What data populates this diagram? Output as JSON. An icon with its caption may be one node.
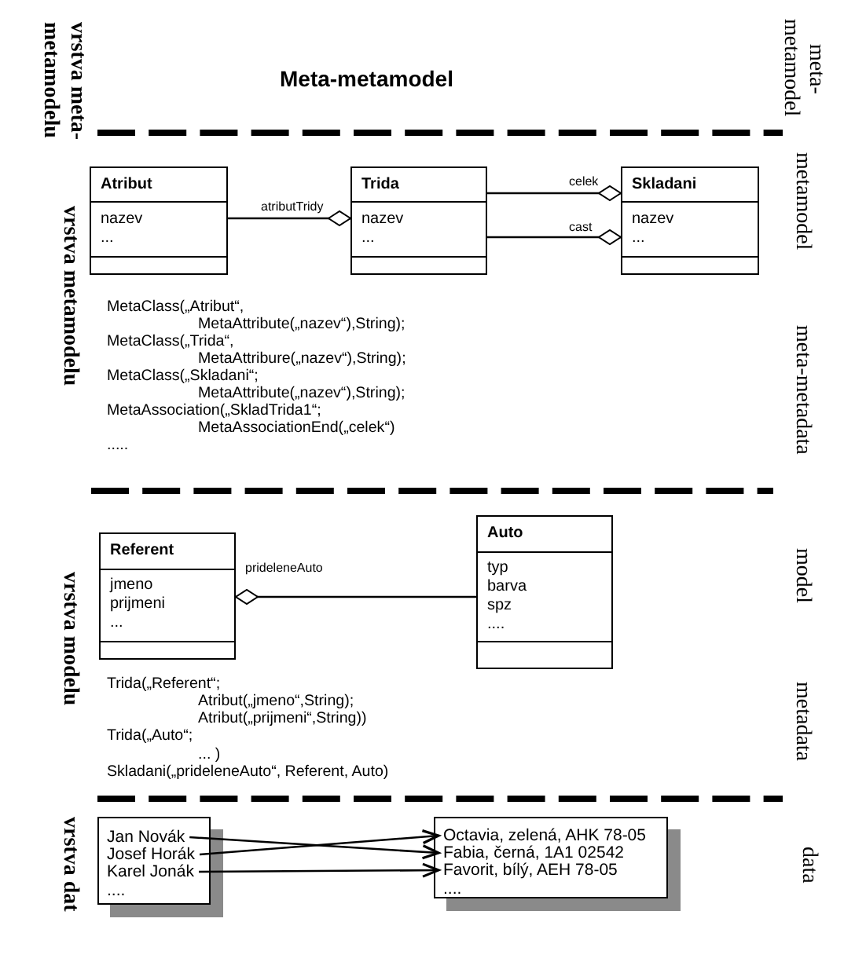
{
  "diagram": {
    "nodes": [
      {
        "text": [
          "Atribut",
          "nazev",
          "..."
        ]
      },
      {
        "text": [
          "Trida",
          "nazev",
          "..."
        ]
      },
      {
        "text": [
          "Skladani",
          "nazev",
          "..."
        ]
      },
      {
        "text": [
          "Referent",
          "jmeno",
          "prijmeni",
          "..."
        ]
      },
      {
        "text": [
          "Auto",
          "typ",
          "barva",
          "spz",
          "...."
        ]
      },
      {
        "text": [
          "...."
        ]
      },
      {
        "text": [
          "Jan Novák"
        ],
        "in": 5
      },
      {
        "text": [
          "Josef Horák"
        ],
        "in": 5
      },
      {
        "text": [
          "Karel Jonák"
        ],
        "in": 5
      },
      {
        "text": [
          "...."
        ]
      },
      {
        "text": [
          "Octavia, zelená, AHK 78-05"
        ],
        "in": 9
      },
      {
        "text": [
          "Fabia, černá, 1A1 02542"
        ],
        "in": 9
      },
      {
        "text": [
          "Favorit, bílý, AEH 78-05"
        ],
        "in": 9
      }
    ],
    "edges": [
      {
        "from": 0,
        "to": 1,
        "arrow": "other",
        "label": "atributTridy"
      },
      {
        "from": 1,
        "to": 2,
        "arrow": "other",
        "label": "celek"
      },
      {
        "from": 1,
        "to": 2,
        "arrow": "other",
        "label": "cast"
      },
      {
        "from": 4,
        "to": 3,
        "arrow": "other",
        "label": "prideleneAuto"
      },
      {
        "from": 6,
        "to": 11,
        "arrow": "to"
      },
      {
        "from": 7,
        "to": 10,
        "arrow": "to"
      },
      {
        "from": 8,
        "to": 12,
        "arrow": "to"
      }
    ],
    "labels": [
      "vrstva meta-metamodelu",
      "Meta-metamodel",
      "meta-metamodel",
      "vrstva metamodelu",
      "metamodel",
      "MetaClass(„Atribut“,",
      "MetaAttribute(„nazev“),String);",
      "MetaClass(„Trida“,",
      "MetaAttribure(„nazev“),String);",
      "MetaClass(„Skladani“;",
      "MetaAttribute(„nazev“),String);",
      "MetaAssociation(„SkladTrida1“;",
      "MetaAssociationEnd(„celek“)",
      ".....",
      "meta-metadata",
      "vrstva modelu",
      "model",
      "Trida(„Referent“;",
      "Atribut(„jmeno“,String);",
      "Atribut(„prijmeni“,String))",
      "Trida(„Auto“;",
      "... )",
      "Skladani(„prideleneAuto“, Referent, Auto)",
      "metadata",
      "vrstva dat",
      "data"
    ]
  }
}
